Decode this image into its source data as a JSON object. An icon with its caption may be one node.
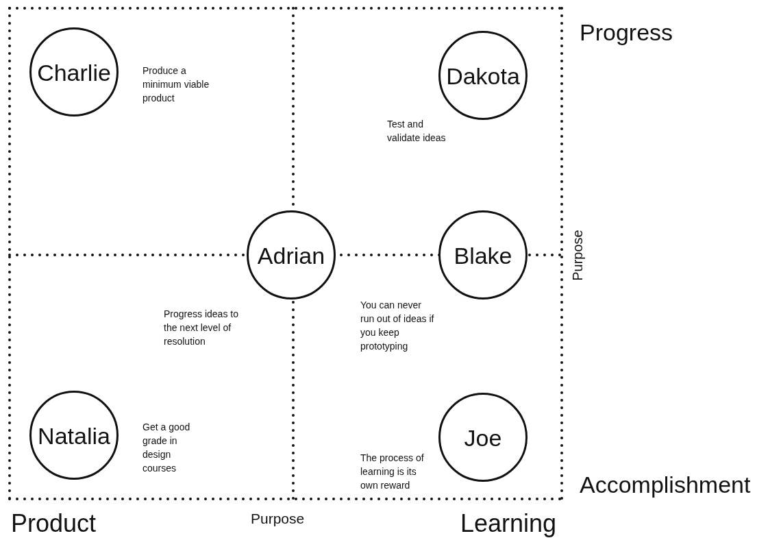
{
  "diagram": {
    "nodes": [
      {
        "text": [
          "Charlie"
        ],
        "beside": [
          "Produce a minimum viable product"
        ]
      },
      {
        "text": [
          "Dakota"
        ],
        "beside": [
          "Test and validate ideas"
        ]
      },
      {
        "text": [
          "Adrian"
        ],
        "beside": [
          "Progress ideas to the next level of resolution"
        ]
      },
      {
        "text": [
          "Blake"
        ],
        "beside": [
          "You can never run out of ideas if you keep prototyping"
        ]
      },
      {
        "text": [
          "Natalia"
        ],
        "beside": [
          "Get a good grade in design courses"
        ]
      },
      {
        "text": [
          "Joe"
        ],
        "beside": [
          "The process of learning is its own reward"
        ]
      }
    ],
    "labels": [
      "Progress",
      "Purpose",
      "Accomplishment",
      "Product",
      "Purpose",
      "Learning"
    ]
  }
}
